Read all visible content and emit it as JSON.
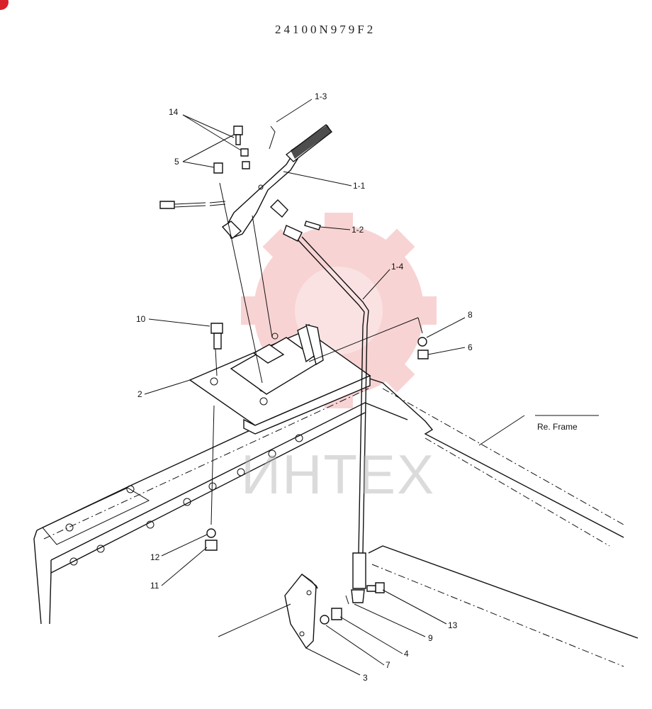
{
  "drawing_number": "24100N979F2",
  "watermark_text": "ИНТЕХ",
  "frame_label": "Re. Frame",
  "callouts": {
    "c_1_1": "1-1",
    "c_1_2": "1-2",
    "c_1_3": "1-3",
    "c_1_4": "1-4",
    "c_2": "2",
    "c_3": "3",
    "c_4": "4",
    "c_5": "5",
    "c_6": "6",
    "c_7": "7",
    "c_8": "8",
    "c_9": "9",
    "c_10": "10",
    "c_11": "11",
    "c_12": "12",
    "c_13": "13",
    "c_14": "14"
  },
  "colors": {
    "ink": "#111111",
    "watermark": "#e23a3a",
    "badge": "#d8202a"
  }
}
